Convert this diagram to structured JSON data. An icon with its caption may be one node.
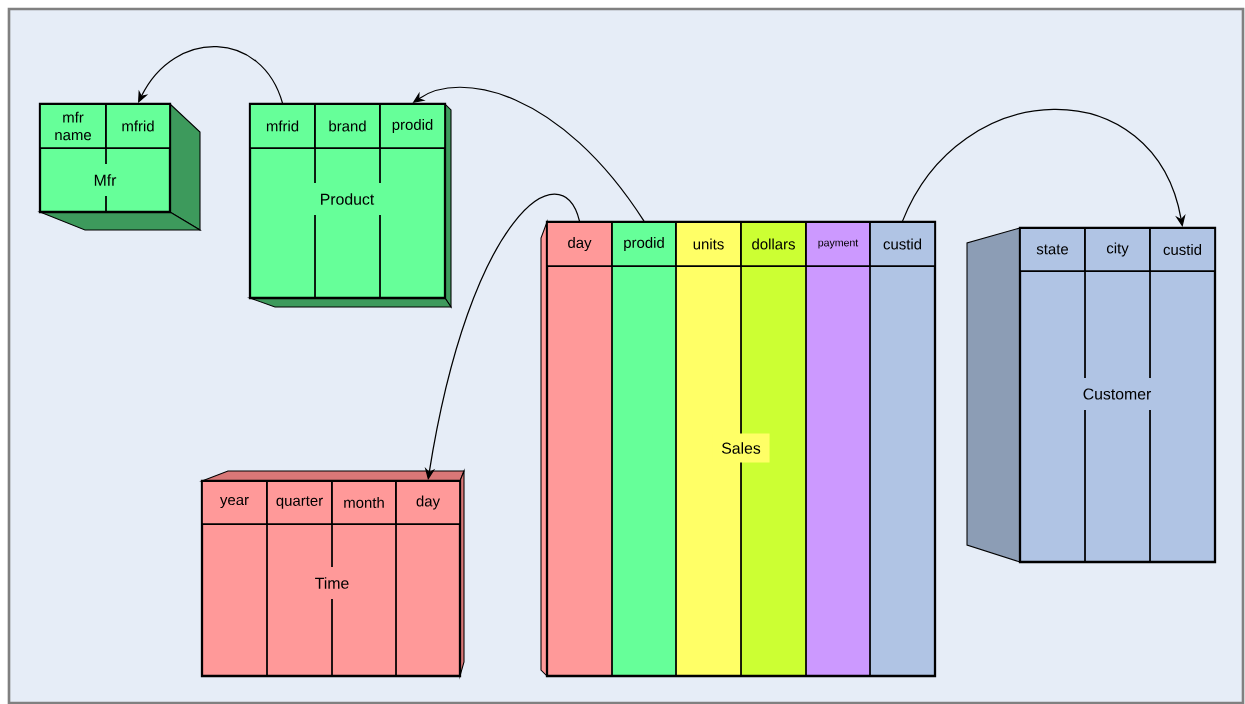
{
  "diagram": {
    "nodes": [
      {
        "text": [
          "Mfr"
        ]
      },
      {
        "text": [
          "mfr name"
        ],
        "in": 0
      },
      {
        "text": [
          "mfrid"
        ],
        "in": 0
      },
      {
        "text": [
          "Product"
        ]
      },
      {
        "text": [
          "mfrid"
        ],
        "in": 3
      },
      {
        "text": [
          "brand"
        ],
        "in": 3
      },
      {
        "text": [
          "prodid"
        ],
        "in": 3
      },
      {
        "text": [
          "Sales"
        ]
      },
      {
        "text": [
          "day"
        ],
        "in": 7
      },
      {
        "text": [
          "prodid"
        ],
        "in": 7
      },
      {
        "text": [
          "units"
        ],
        "in": 7
      },
      {
        "text": [
          "dollars"
        ],
        "in": 7
      },
      {
        "text": [
          "payment"
        ],
        "in": 7
      },
      {
        "text": [
          "custid"
        ],
        "in": 7
      },
      {
        "text": [
          "Time"
        ]
      },
      {
        "text": [
          "year"
        ],
        "in": 14
      },
      {
        "text": [
          "quarter"
        ],
        "in": 14
      },
      {
        "text": [
          "month"
        ],
        "in": 14
      },
      {
        "text": [
          "day"
        ],
        "in": 14
      },
      {
        "text": [
          "Customer"
        ]
      },
      {
        "text": [
          "state"
        ],
        "in": 19
      },
      {
        "text": [
          "city"
        ],
        "in": 19
      },
      {
        "text": [
          "custid"
        ],
        "in": 19
      }
    ],
    "edges": [
      {
        "from": 4,
        "to": 2,
        "arrow": "to"
      },
      {
        "from": 9,
        "to": 6,
        "arrow": "to"
      },
      {
        "from": 8,
        "to": 18,
        "arrow": "to"
      },
      {
        "from": 13,
        "to": 22,
        "arrow": "to"
      }
    ]
  }
}
